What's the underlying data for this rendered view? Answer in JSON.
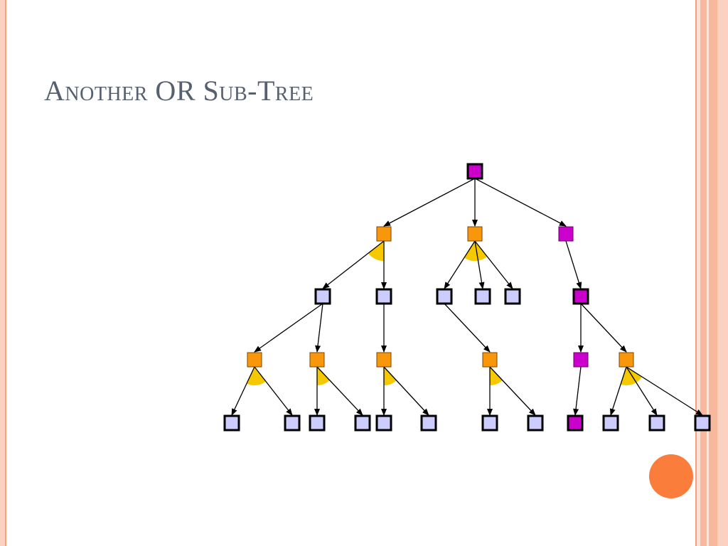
{
  "slide": {
    "title": "Another OR Sub-Tree"
  },
  "colors": {
    "background": "#ffffff",
    "title_text": "#56606e",
    "border_accent": "#f4a081",
    "border_light": "#fbd2bf",
    "orange_dot": "#fa7d3c",
    "node_orange": "#f8970c",
    "node_magenta": "#cc00cc",
    "node_leaf": "#ccccff",
    "and_arc": "#f5c800",
    "edge": "#000000"
  },
  "diagram": {
    "node_types": {
      "or_orange": {
        "fill": "#f8970c",
        "stroke": "#7a4400",
        "stroke_width": 1
      },
      "selected_magenta": {
        "fill": "#cc00cc",
        "stroke": "#660066",
        "stroke_width": 1
      },
      "leaf": {
        "fill": "#ccccff",
        "stroke": "#000000",
        "stroke_width": 3
      },
      "selected_leaf": {
        "fill": "#cc00cc",
        "stroke": "#000000",
        "stroke_width": 3
      }
    }
  }
}
